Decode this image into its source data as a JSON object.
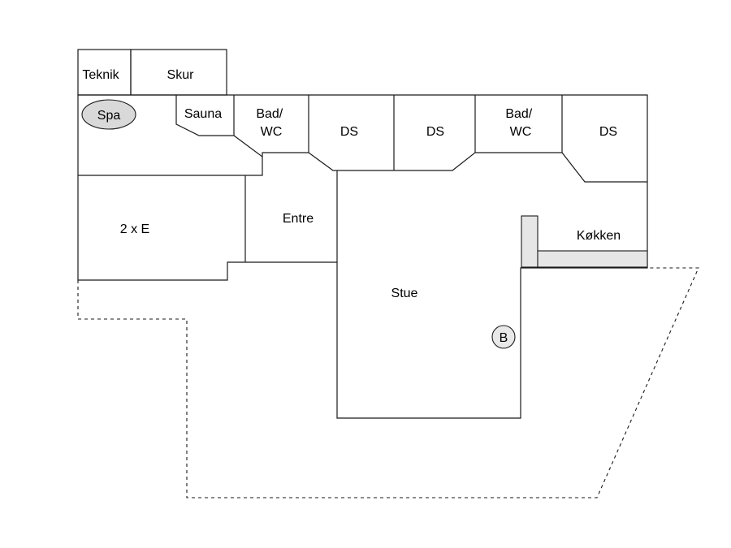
{
  "rooms": {
    "teknik": "Teknik",
    "skur": "Skur",
    "spa": "Spa",
    "sauna": "Sauna",
    "bad_wc_1": [
      "Bad/",
      "WC"
    ],
    "ds_1": "DS",
    "ds_2": "DS",
    "bad_wc_2": [
      "Bad/",
      "WC"
    ],
    "ds_3": "DS",
    "bedroom_2xe": "2 x E",
    "entre": "Entre",
    "kokken": "Køkken",
    "stue": "Stue",
    "b_marker": "B"
  }
}
